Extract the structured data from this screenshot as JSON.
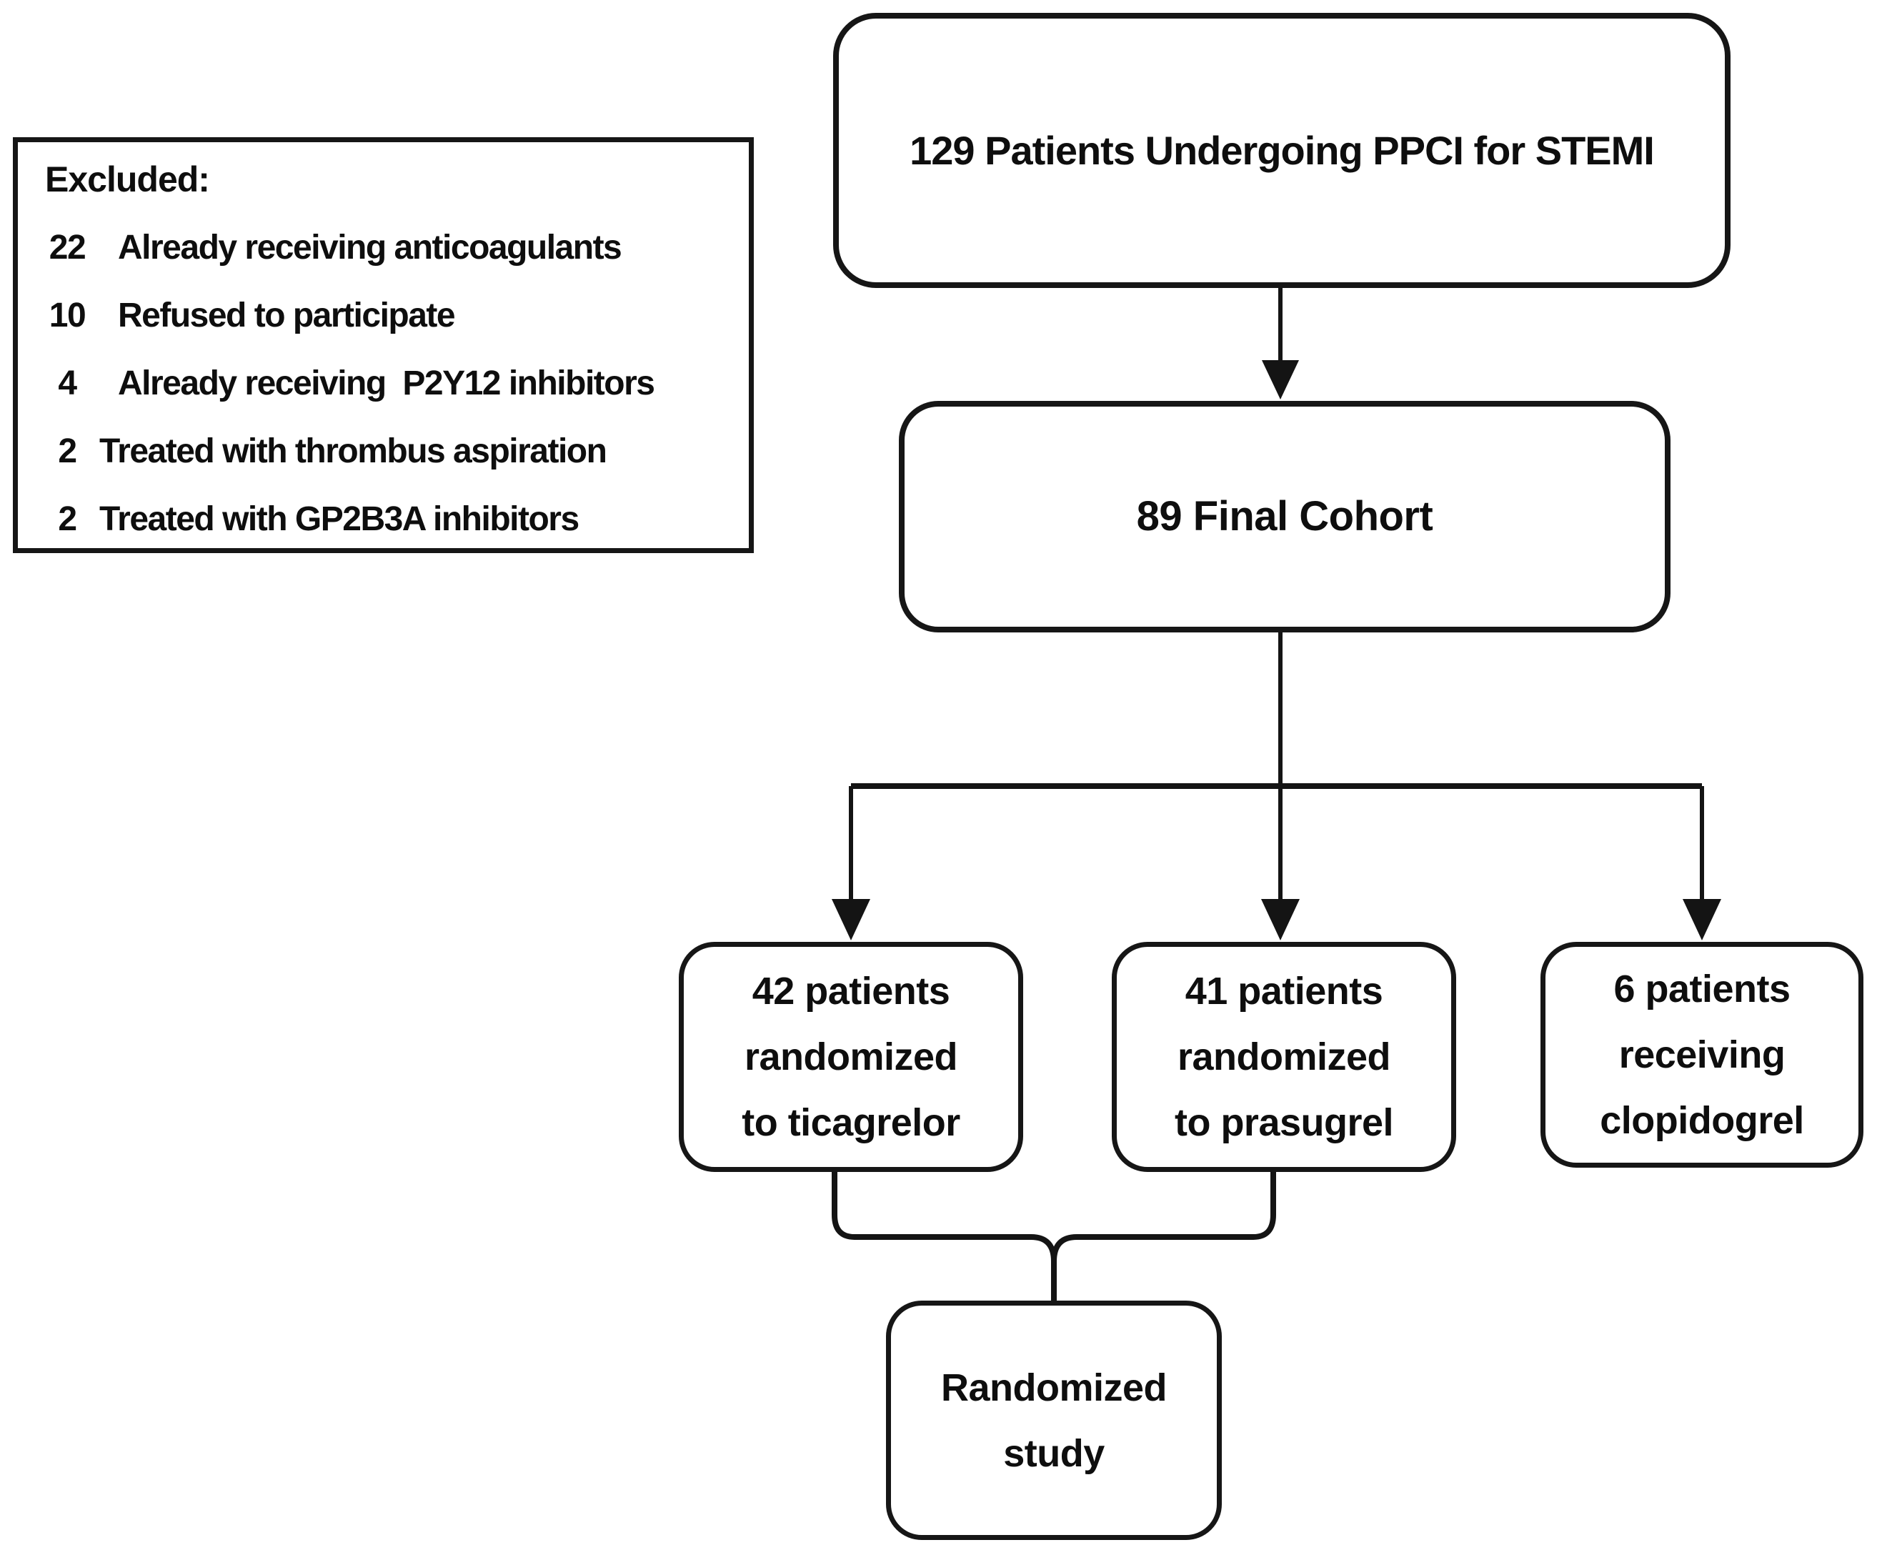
{
  "colors": {
    "background": "#ffffff",
    "line": "#141414",
    "box_border": "#161616",
    "box_background": "#ffffff",
    "text": "#0e0e0e"
  },
  "excluded": {
    "title": "Excluded:",
    "items": [
      {
        "num": "22",
        "label": "Already receiving anticoagulants"
      },
      {
        "num": "10",
        "label": "Refused to participate"
      },
      {
        "num": "4",
        "label": "Already receiving  P2Y12 inhibitors"
      },
      {
        "num": "2",
        "label": "Treated with thrombus aspiration"
      },
      {
        "num": "2",
        "label": "Treated with GP2B3A inhibitors"
      }
    ]
  },
  "nodes": {
    "enrollment": {
      "label": "129 Patients Undergoing PPCI for STEMI"
    },
    "final_cohort": {
      "label": "89 Final Cohort"
    },
    "ticagrelor": {
      "lines": [
        "42 patients",
        "randomized",
        "to ticagrelor"
      ]
    },
    "prasugrel": {
      "lines": [
        "41 patients",
        "randomized",
        "to prasugrel"
      ]
    },
    "clopidogrel": {
      "lines": [
        "6 patients",
        "receiving",
        "clopidogrel"
      ]
    },
    "randomized_study": {
      "lines": [
        "Randomized",
        "study"
      ]
    }
  }
}
